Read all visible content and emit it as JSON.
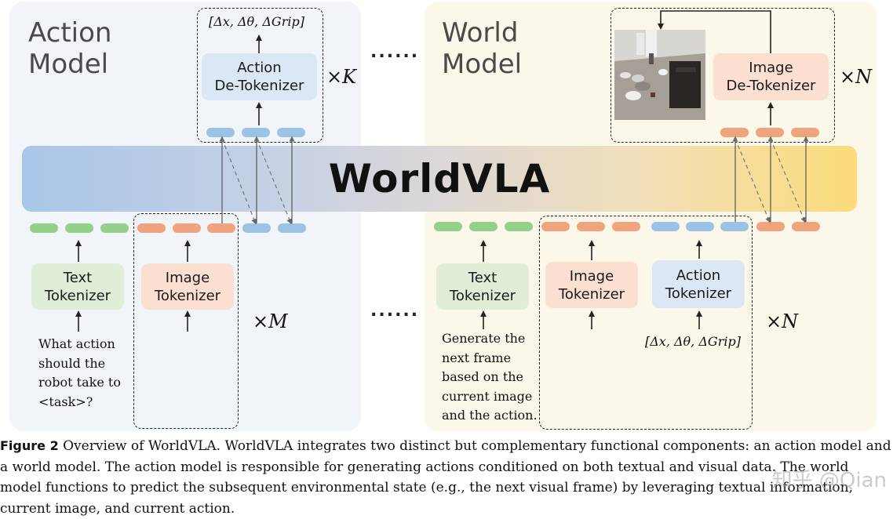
{
  "action_model": {
    "title": "Action\nModel",
    "output_label": "[Δx, Δθ, ΔGrip]",
    "detokenizer_label": "Action\nDe-Tokenizer",
    "repeat_k": "K",
    "text_tokenizer_label": "Text\nTokenizer",
    "image_tokenizer_label": "Image\nTokenizer",
    "repeat_m": "M",
    "prompt": "What action\nshould the\nrobot take to\n<task>?"
  },
  "world_model": {
    "title": "World\nModel",
    "detokenizer_label": "Image\nDe-Tokenizer",
    "repeat_n_top": "N",
    "text_tokenizer_label": "Text\nTokenizer",
    "image_tokenizer_label": "Image\nTokenizer",
    "action_tokenizer_label": "Action\nTokenizer",
    "repeat_n_bottom": "N",
    "prompt": "Generate the\nnext frame\nbased on the\ncurrent image\nand the action.",
    "action_input_label": "[Δx, Δθ, ΔGrip]"
  },
  "banner": {
    "title": "WorldVLA"
  },
  "ellipsis_top": "......",
  "ellipsis_bottom": "......",
  "multiply_sign": "×",
  "caption": {
    "label": "Figure 2",
    "text": " Overview of WorldVLA. WorldVLA integrates two distinct but complementary functional components: an action model and a world model. The action model is responsible for generating actions conditioned on both textual and visual data. The world model functions to predict the subsequent environmental state (e.g., the next visual frame) by leveraging textual information, current image, and current action."
  },
  "watermark": "知乎 @Qian",
  "colors": {
    "text_token": "#95d08b",
    "image_token": "#f0a47e",
    "action_token": "#9cc3e6",
    "action_panel_bg": "#f1f5fa",
    "world_panel_bg": "#fbf8e9"
  }
}
